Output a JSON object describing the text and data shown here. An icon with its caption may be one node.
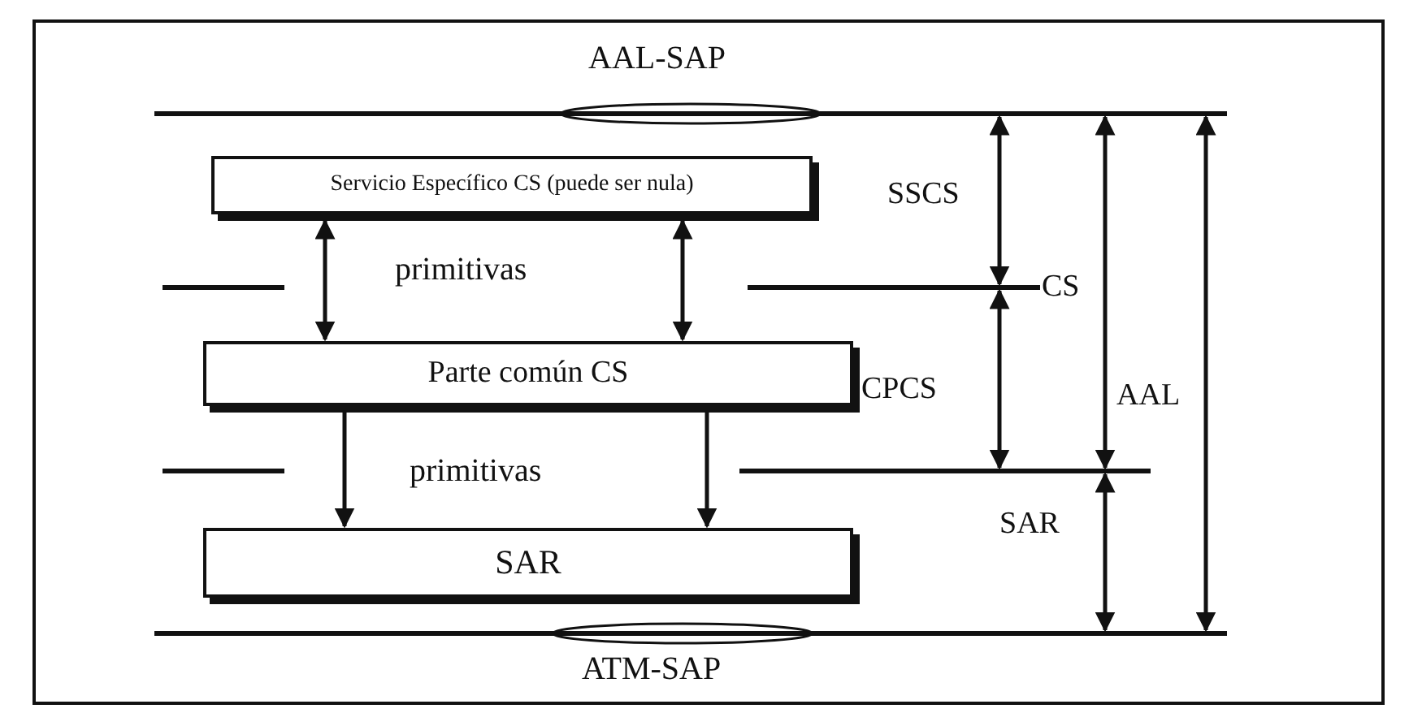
{
  "diagram": {
    "nodes": [
      {
        "text": [
          "Servicio Específico CS (puede ser nula)"
        ]
      },
      {
        "text": [
          "Parte común CS"
        ]
      },
      {
        "text": [
          "SAR"
        ]
      }
    ],
    "edges": [
      {
        "from": 0,
        "to": 1,
        "arrow": "both"
      },
      {
        "from": 0,
        "to": 1,
        "arrow": "both"
      },
      {
        "from": 1,
        "to": 2,
        "arrow": "to"
      },
      {
        "from": 1,
        "to": 2,
        "arrow": "to"
      }
    ],
    "labels": [
      "AAL-SAP",
      "SSCS",
      "primitivas",
      "CS",
      "CPCS",
      "AAL",
      "primitivas",
      "SAR",
      "ATM-SAP"
    ]
  }
}
